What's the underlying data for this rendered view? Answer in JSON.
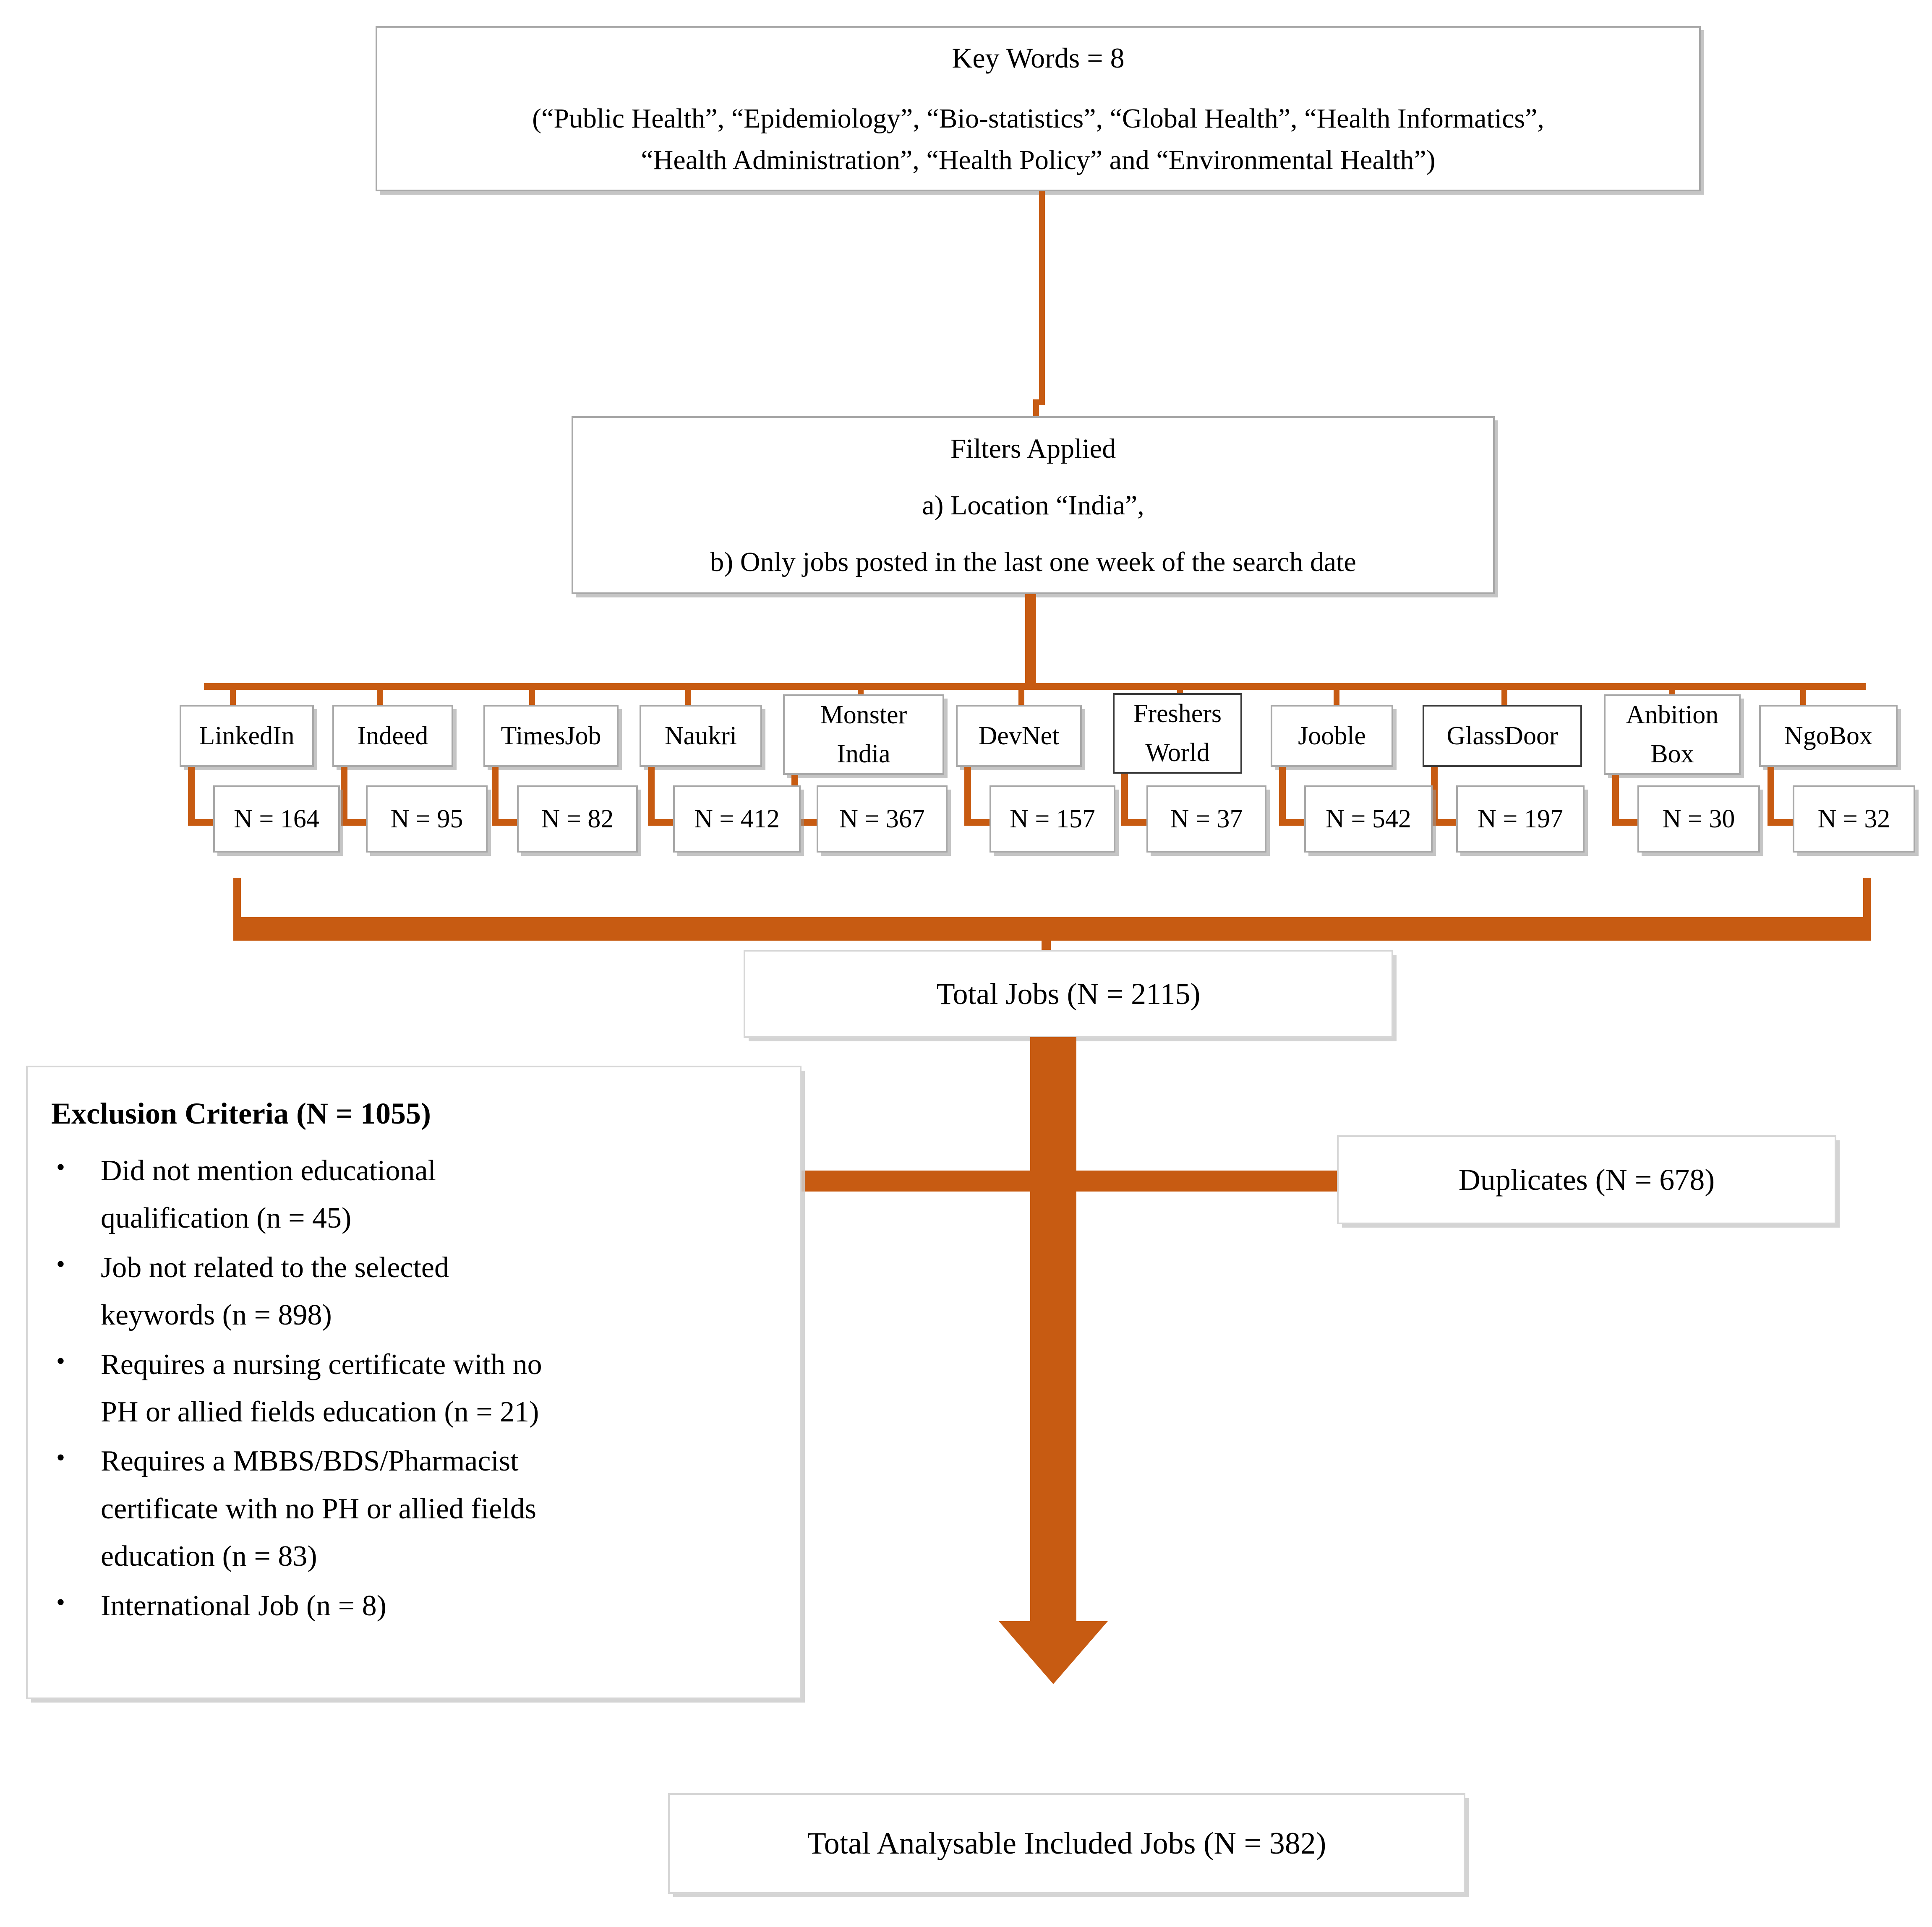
{
  "accent_color": "#C75B12",
  "box_border_color": "#A8A8A8",
  "keywords_box": {
    "title": "Key Words = 8",
    "line1": "(“Public Health”, “Epidemiology”, “Bio-statistics”, “Global Health”, “Health Informatics”,",
    "line2": "“Health Administration”, “Health Policy” and “Environmental Health”)"
  },
  "filters_box": {
    "title": "Filters Applied",
    "line_a": "a) Location “India”,",
    "line_b": "b) Only jobs posted in the last one week of the search date"
  },
  "sources": [
    {
      "name": "LinkedIn",
      "name2": "",
      "count": "N = 164"
    },
    {
      "name": "Indeed",
      "name2": "",
      "count": "N = 95"
    },
    {
      "name": "TimesJob",
      "name2": "",
      "count": "N = 82"
    },
    {
      "name": "Naukri",
      "name2": "",
      "count": "N = 412"
    },
    {
      "name": "Monster",
      "name2": "India",
      "count": "N = 367"
    },
    {
      "name": "DevNet",
      "name2": "",
      "count": "N = 157"
    },
    {
      "name": "Freshers",
      "name2": "World",
      "count": "N = 37"
    },
    {
      "name": "Jooble",
      "name2": "",
      "count": "N = 542"
    },
    {
      "name": "GlassDoor",
      "name2": "",
      "count": "N = 197"
    },
    {
      "name": "Anbition",
      "name2": "Box",
      "count": "N = 30"
    },
    {
      "name": "NgoBox",
      "name2": "",
      "count": "N = 32"
    }
  ],
  "total_jobs_box": {
    "label": "Total Jobs (N = 2115)"
  },
  "duplicates_box": {
    "label": "Duplicates (N = 678)"
  },
  "exclusion_box": {
    "title": "Exclusion Criteria (N = 1055)",
    "bullet_glyph": "•",
    "items": [
      {
        "line1": "Did not mention educational",
        "line2": "qualification (n = 45)"
      },
      {
        "line1": "Job not related to the selected",
        "line2": "keywords (n = 898)"
      },
      {
        "line1": "Requires a nursing certificate with no",
        "line2": "PH or allied fields education (n = 21)"
      },
      {
        "line1": "Requires a MBBS/BDS/Pharmacist",
        "line2": "certificate with no PH or allied fields",
        "line3": "education (n = 83)"
      },
      {
        "line1": "International Job (n = 8)",
        "line2": "",
        "line3": ""
      }
    ]
  },
  "final_box": {
    "label": "Total Analysable Included Jobs (N = 382)"
  }
}
